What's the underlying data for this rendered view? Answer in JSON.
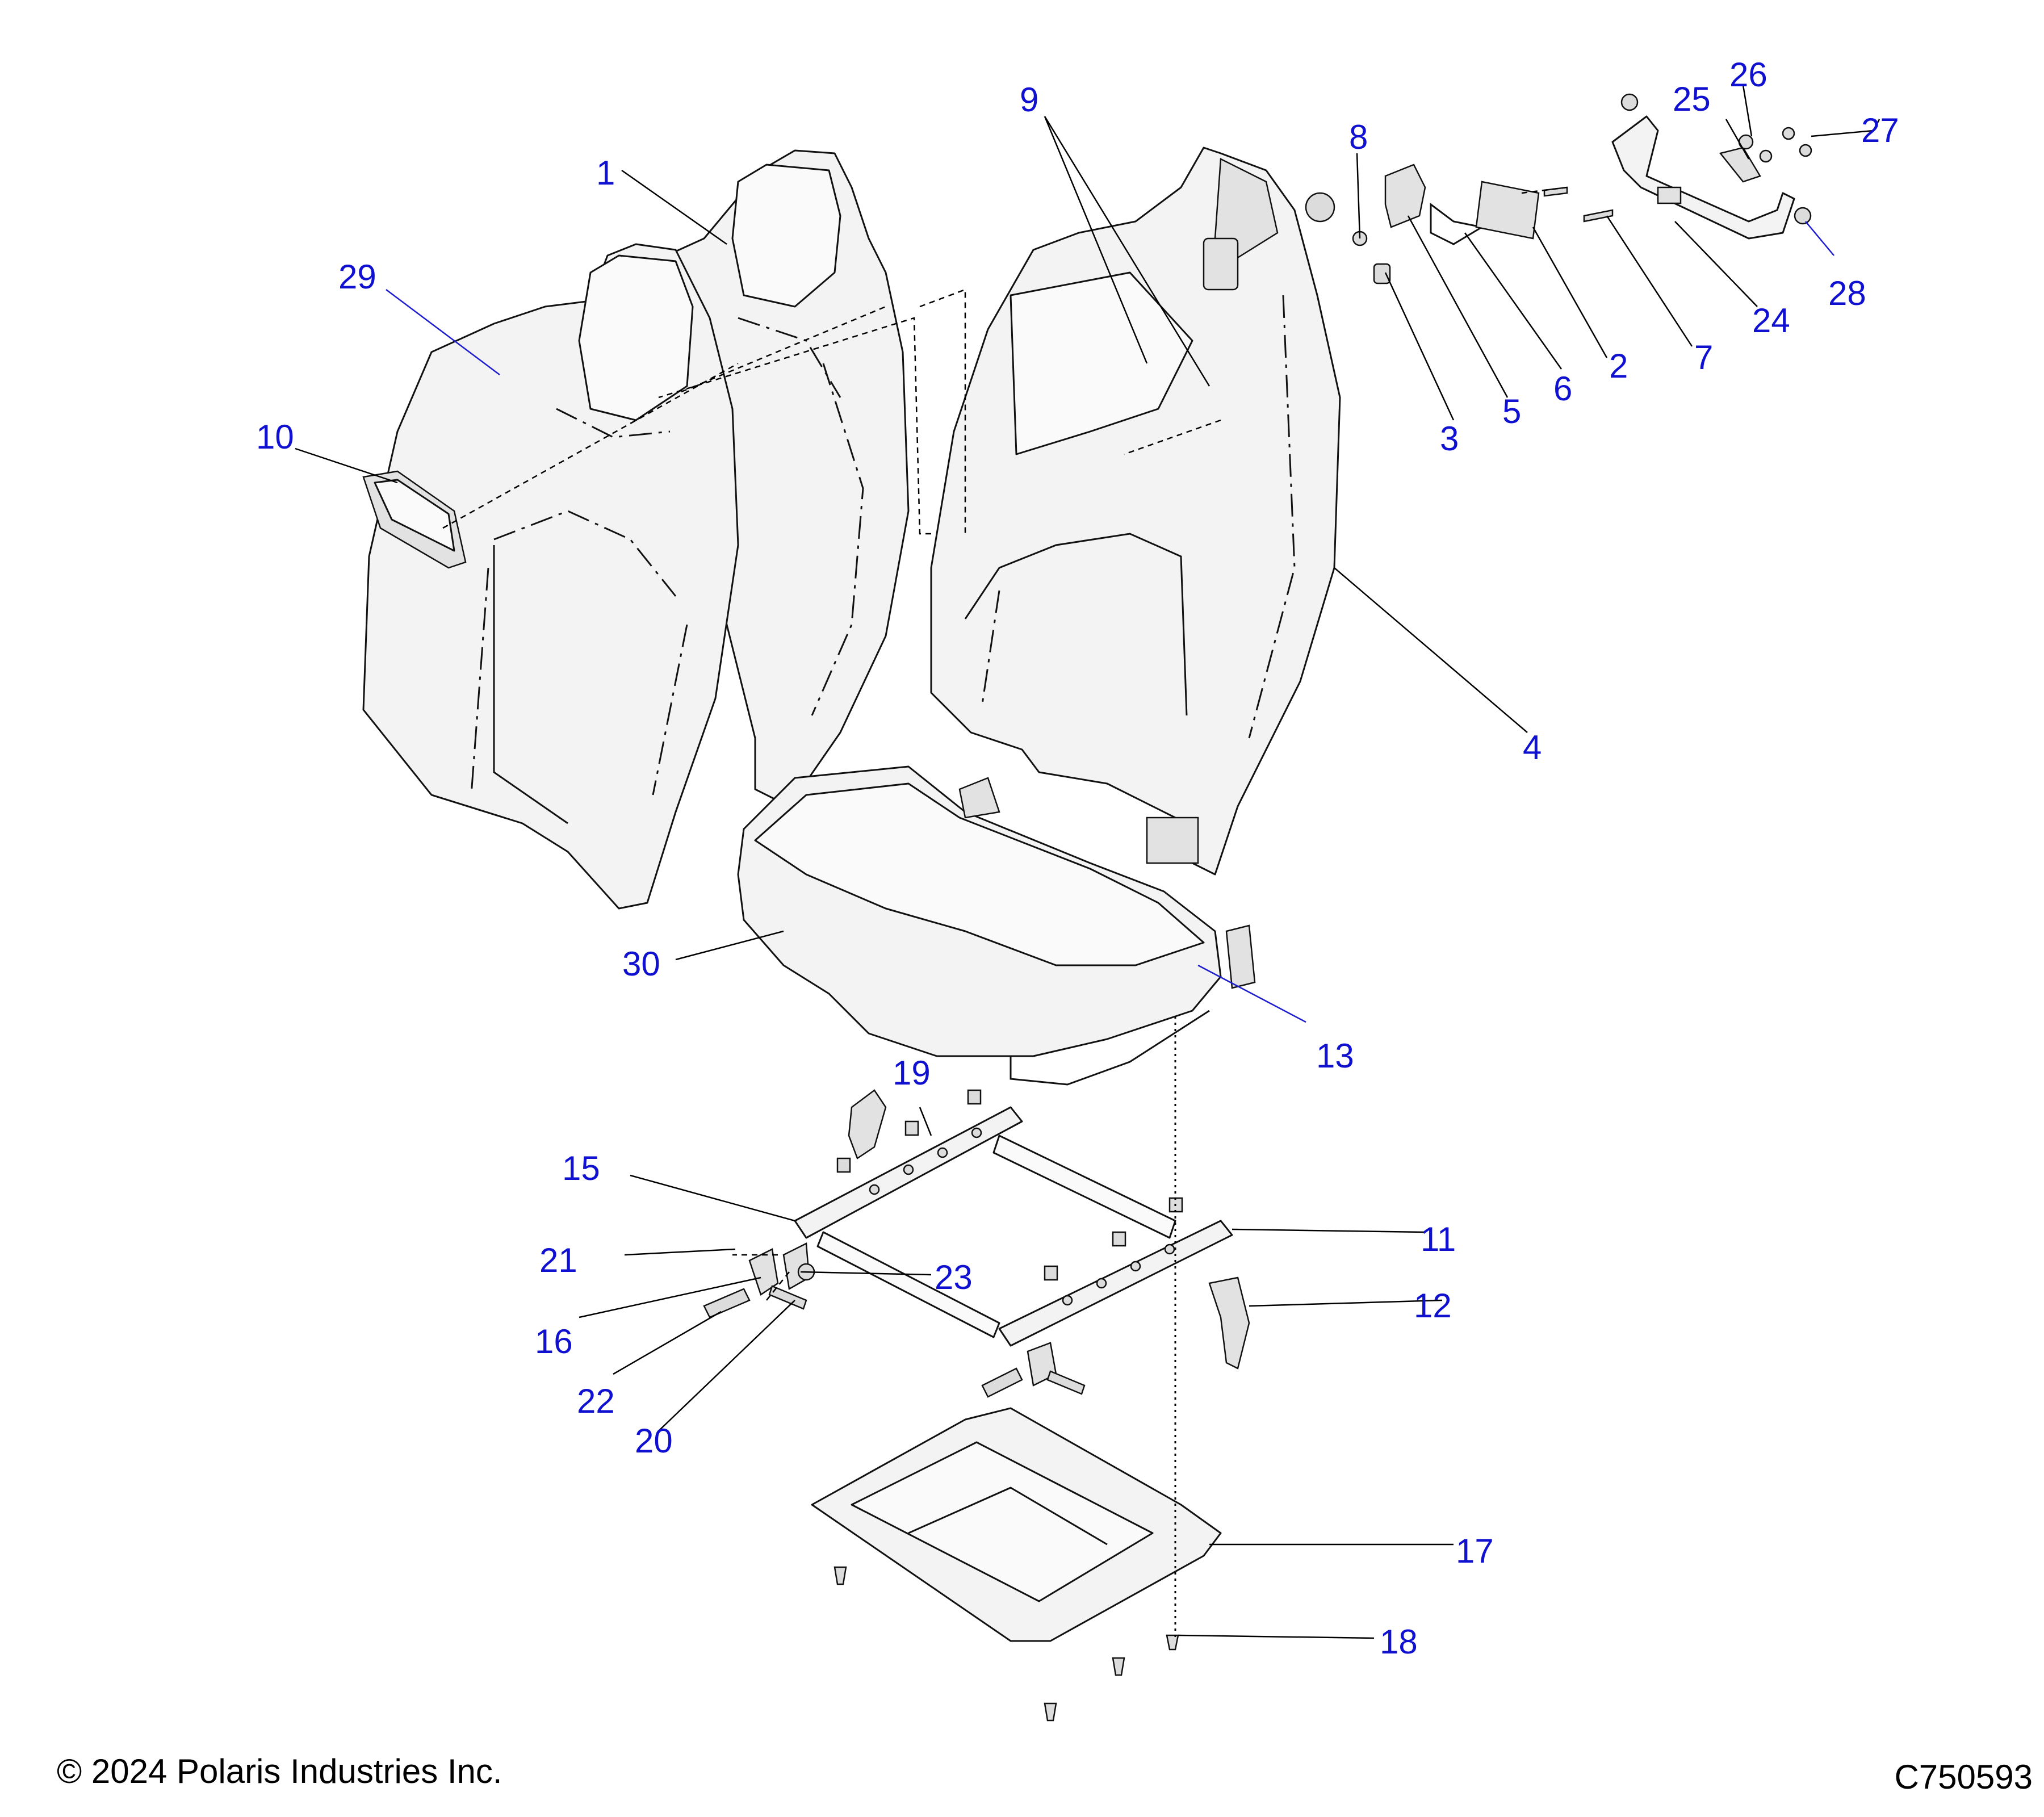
{
  "callouts": {
    "c1": "1",
    "c2": "2",
    "c3": "3",
    "c4": "4",
    "c5": "5",
    "c6": "6",
    "c7": "7",
    "c8": "8",
    "c9": "9",
    "c10": "10",
    "c11": "11",
    "c12": "12",
    "c13": "13",
    "c15": "15",
    "c16": "16",
    "c17": "17",
    "c18": "18",
    "c19": "19",
    "c20": "20",
    "c21": "21",
    "c22": "22",
    "c23": "23",
    "c24": "24",
    "c25": "25",
    "c26": "26",
    "c27": "27",
    "c28": "28",
    "c29": "29",
    "c30": "30"
  },
  "footer": {
    "copyright": "© 2024 Polaris Industries Inc.",
    "drawing_id": "C750593"
  },
  "colors": {
    "callout_text": "#1010d0",
    "line": "#111111",
    "part_fill": "#f3f3f3"
  }
}
